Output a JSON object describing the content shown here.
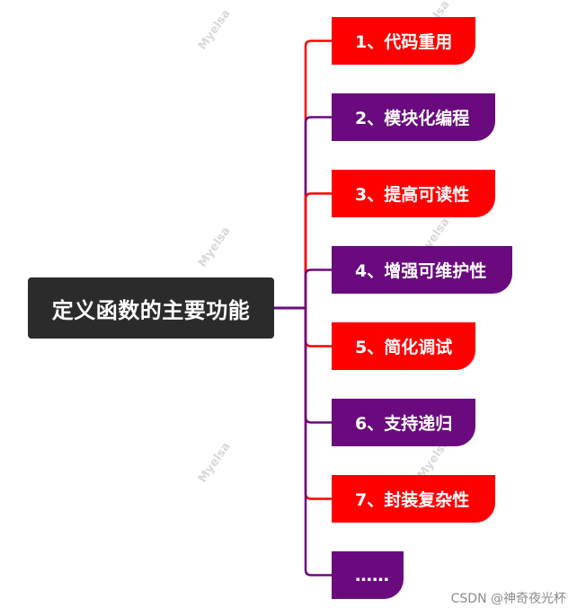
{
  "root": {
    "label": "定义函数的主要功能",
    "color": "#2b2b2b"
  },
  "branches": [
    {
      "label": "1、代码重用",
      "color": "#ff0000"
    },
    {
      "label": "2、模块化编程",
      "color": "#6a0a7e"
    },
    {
      "label": "3、提高可读性",
      "color": "#ff0000"
    },
    {
      "label": "4、增强可维护性",
      "color": "#6a0a7e"
    },
    {
      "label": "5、简化调试",
      "color": "#ff0000"
    },
    {
      "label": "6、支持递归",
      "color": "#6a0a7e"
    },
    {
      "label": "7、封装复杂性",
      "color": "#ff0000"
    },
    {
      "label": "……",
      "color": "#6a0a7e"
    }
  ],
  "watermark": "Myelsa",
  "credit": "CSDN @神奇夜光杯"
}
